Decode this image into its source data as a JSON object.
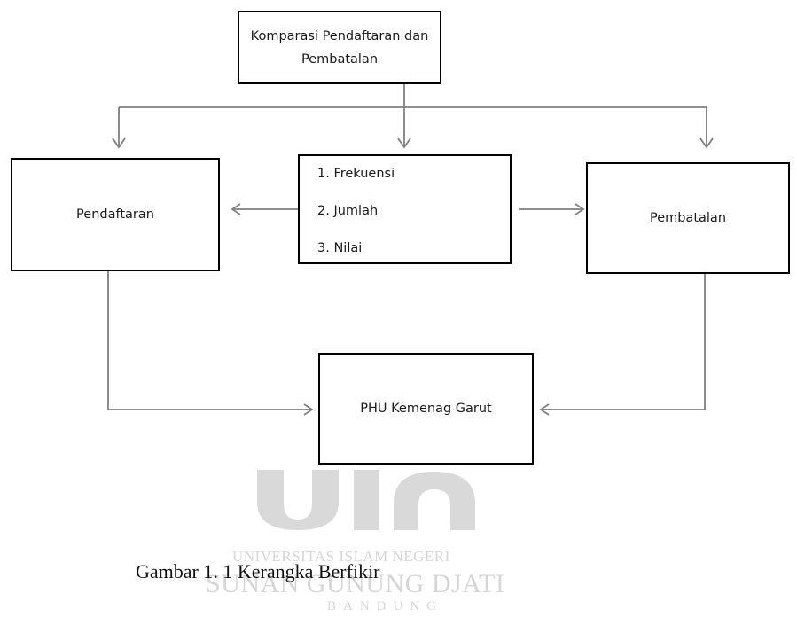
{
  "diagram": {
    "top_box": {
      "line1": "Komparasi Pendaftaran dan",
      "line2": "Pembatalan"
    },
    "left_box": {
      "label": "Pendaftaran"
    },
    "middle_box": {
      "items": [
        "1. Frekuensi",
        "2. Jumlah",
        "3. Nilai"
      ]
    },
    "right_box": {
      "label": "Pembatalan"
    },
    "bottom_box": {
      "label": "PHU Kemenag Garut"
    }
  },
  "watermark": {
    "logo": "UIN",
    "line1": "UNIVERSITAS ISLAM NEGERI",
    "line2": "SUNAN GUNUNG DJATI",
    "line3": "BANDUNG"
  },
  "caption": "Gambar 1. 1 Kerangka Berfikir",
  "colors": {
    "box_border": "#000000",
    "connector": "#808080",
    "watermark": "#d6d6d6"
  }
}
